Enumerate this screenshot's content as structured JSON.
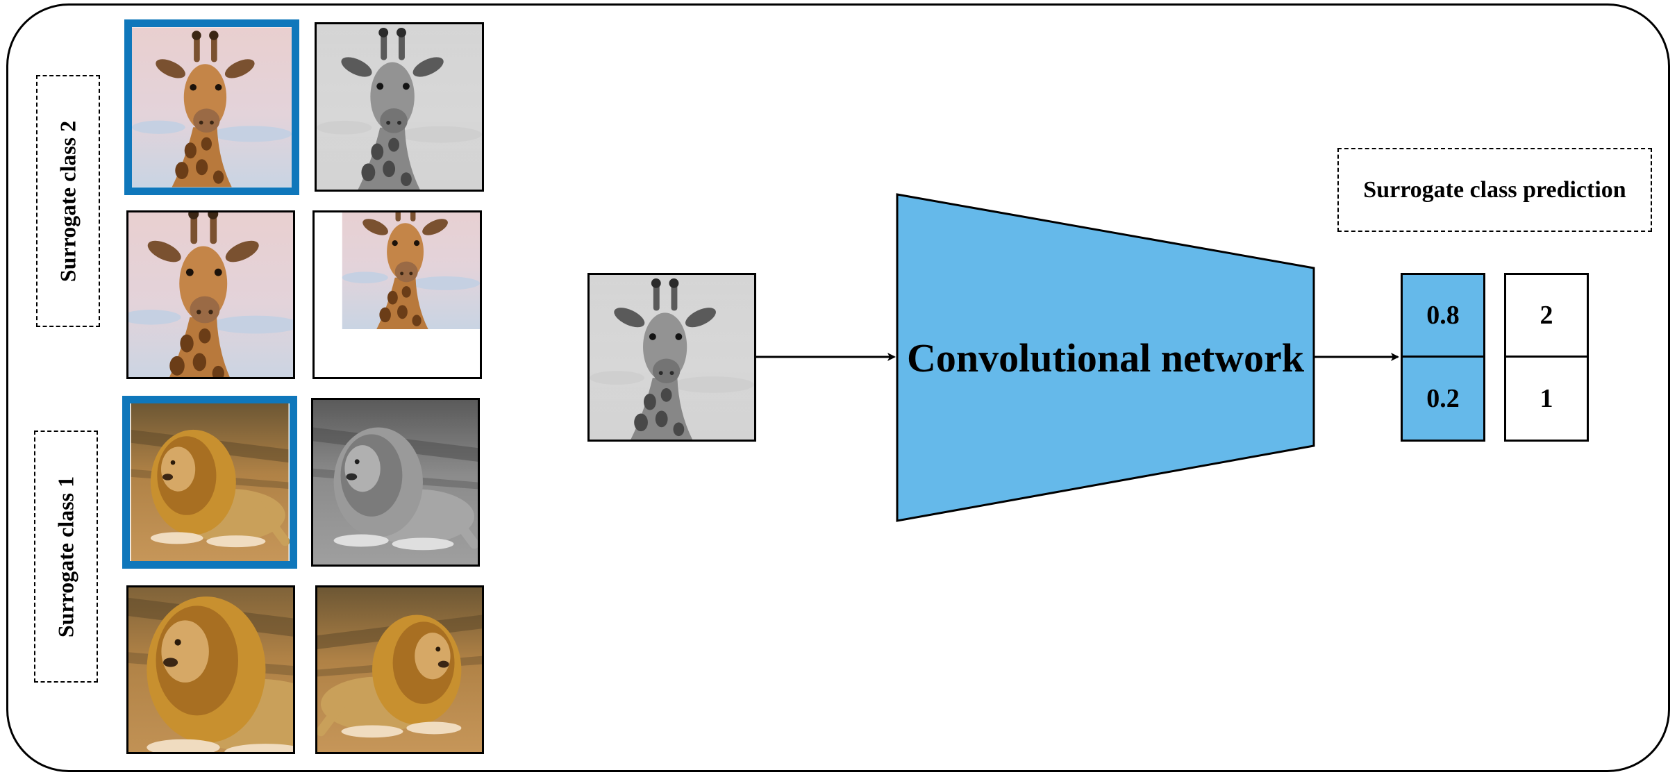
{
  "labels": {
    "surrogate_class_2": "Surrogate class 2",
    "surrogate_class_1": "Surrogate class 1",
    "network": "Convolutional network",
    "prediction_title": "Surrogate class prediction"
  },
  "predictions": [
    {
      "probability": "0.8",
      "class_id": "2"
    },
    {
      "probability": "0.2",
      "class_id": "1"
    }
  ],
  "colors": {
    "highlight_border": "#0f77bb",
    "network_fill": "#65b9ea",
    "prob_fill": "#65b9ea",
    "sky_pink": "#e9cfcf",
    "sky_blue": "#c9d4e3",
    "giraffe_tan": "#b8793c",
    "giraffe_spot": "#6b3d17",
    "lion_mane": "#c8902f",
    "ground": "#b08246"
  },
  "icons": {
    "giraffe_image": "giraffe-photo",
    "lion_image": "lion-photo"
  }
}
